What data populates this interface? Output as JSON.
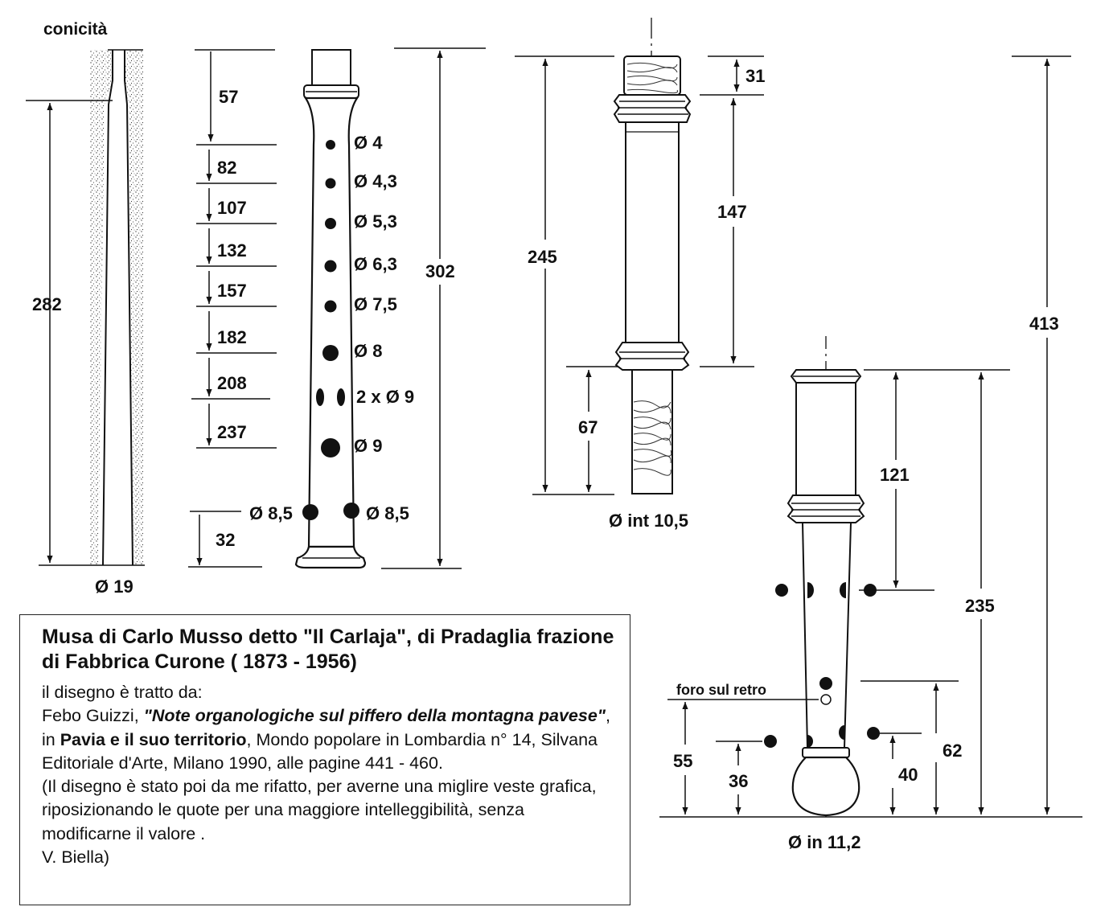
{
  "taper": {
    "title": "conicità",
    "length": "282",
    "base_diameter": "Ø 19"
  },
  "chanter": {
    "top_offset": "57",
    "hole_distances": [
      "82",
      "107",
      "132",
      "157",
      "182",
      "208",
      "237"
    ],
    "hole_diameters": [
      "Ø 4",
      "Ø 4,3",
      "Ø 5,3",
      "Ø 6,3",
      "Ø 7,5",
      "Ø 8",
      "2 x Ø 9",
      "Ø 9"
    ],
    "side_hole_left": "Ø 8,5",
    "side_hole_right": "Ø 8,5",
    "bottom_offset": "32",
    "total_length": "302"
  },
  "drone_upper": {
    "total_length": "245",
    "cap_length": "31",
    "body_length": "147",
    "tenon_length": "67",
    "inner_diameter": "Ø int 10,5"
  },
  "drone_lower": {
    "overall_length": "413",
    "total_length": "235",
    "upper_hole_distance": "121",
    "back_hole_label": "foro sul retro",
    "dim_55": "55",
    "dim_36": "36",
    "dim_62": "62",
    "dim_40": "40",
    "inner_diameter": "Ø in 11,2"
  },
  "caption": {
    "title": "Musa di Carlo Musso detto \"Il Carlaja\", di Pradaglia frazione di Fabbrica Curone ( 1873 - 1956)",
    "intro": "il disegno è tratto da:",
    "author": "Febo Guizzi, ",
    "article": "\"Note organologiche sul piffero della montagna pavese\"",
    "in_text": ", in ",
    "book": "Pavia e il suo territorio",
    "rest": ", Mondo popolare in Lombardia n° 14, Silvana Editoriale d'Arte, Milano 1990, alle pagine 441 - 460.",
    "note": "(Il disegno è stato poi da me rifatto, per averne una miglire veste grafica, riposizionando le quote per una maggiore intelleggibilità, senza modificarne il valore .",
    "signature": "V. Biella)"
  }
}
